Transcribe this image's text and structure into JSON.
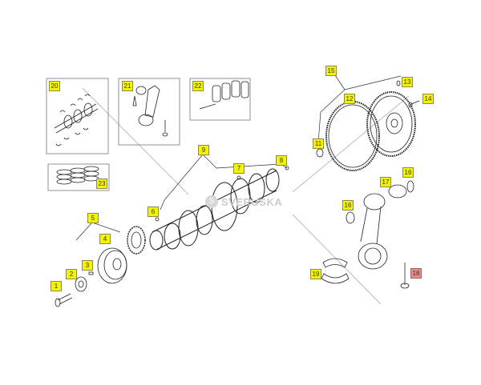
{
  "diagram": {
    "watermark": "SVERUSKA",
    "watermark_logo": "S",
    "callouts": [
      {
        "id": "1",
        "label": "1",
        "color": "#f4f400"
      },
      {
        "id": "2",
        "label": "2",
        "color": "#f4f400"
      },
      {
        "id": "3",
        "label": "3",
        "color": "#f4f400"
      },
      {
        "id": "4",
        "label": "4",
        "color": "#f4f400"
      },
      {
        "id": "5",
        "label": "5",
        "color": "#f4f400"
      },
      {
        "id": "6",
        "label": "6",
        "color": "#f4f400"
      },
      {
        "id": "7",
        "label": "7",
        "color": "#f4f400"
      },
      {
        "id": "8",
        "label": "8",
        "color": "#f4f400"
      },
      {
        "id": "9",
        "label": "9",
        "color": "#f4f400"
      },
      {
        "id": "11",
        "label": "11",
        "color": "#f4f400"
      },
      {
        "id": "12",
        "label": "12",
        "color": "#f4f400"
      },
      {
        "id": "13",
        "label": "13",
        "color": "#f4f400"
      },
      {
        "id": "14",
        "label": "14",
        "color": "#f4f400"
      },
      {
        "id": "15",
        "label": "15",
        "color": "#f4f400"
      },
      {
        "id": "16a",
        "label": "16",
        "color": "#f4f400"
      },
      {
        "id": "16b",
        "label": "16",
        "color": "#f4f400"
      },
      {
        "id": "17",
        "label": "17",
        "color": "#f4f400"
      },
      {
        "id": "18",
        "label": "18",
        "color": "#f08a8a"
      },
      {
        "id": "19",
        "label": "19",
        "color": "#f4f400"
      },
      {
        "id": "20",
        "label": "20",
        "color": "#f4f400"
      },
      {
        "id": "21",
        "label": "21",
        "color": "#f4f400"
      },
      {
        "id": "22",
        "label": "22",
        "color": "#f4f400"
      },
      {
        "id": "23",
        "label": "23",
        "color": "#f4f400"
      }
    ]
  }
}
